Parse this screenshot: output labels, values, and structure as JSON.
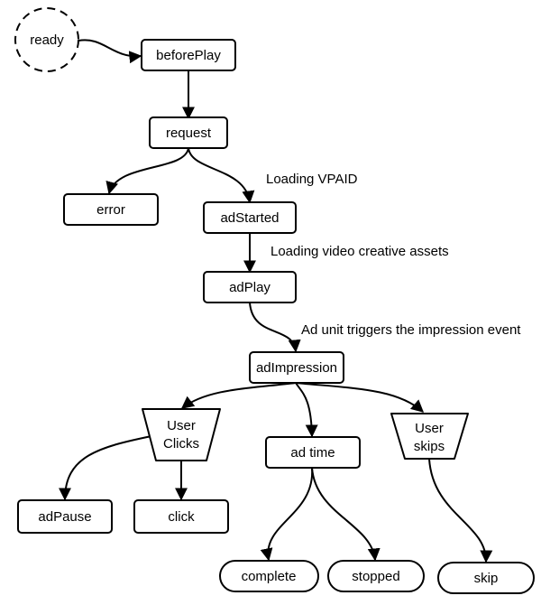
{
  "nodes": {
    "ready": "ready",
    "beforePlay": "beforePlay",
    "request": "request",
    "error": "error",
    "adStarted": "adStarted",
    "adPlay": "adPlay",
    "adImpression": "adImpression",
    "userClicks_line1": "User",
    "userClicks_line2": "Clicks",
    "adTime": "ad time",
    "userSkips_line1": "User",
    "userSkips_line2": "skips",
    "adPause": "adPause",
    "click": "click",
    "complete": "complete",
    "stopped": "stopped",
    "skip": "skip"
  },
  "annotations": {
    "loadingVpaid": "Loading VPAID",
    "loadingAssets": "Loading video creative assets",
    "impressionEvent": "Ad unit triggers the impression event"
  },
  "colors": {
    "stroke": "#000000",
    "fill": "#ffffff",
    "text": "#000000"
  }
}
